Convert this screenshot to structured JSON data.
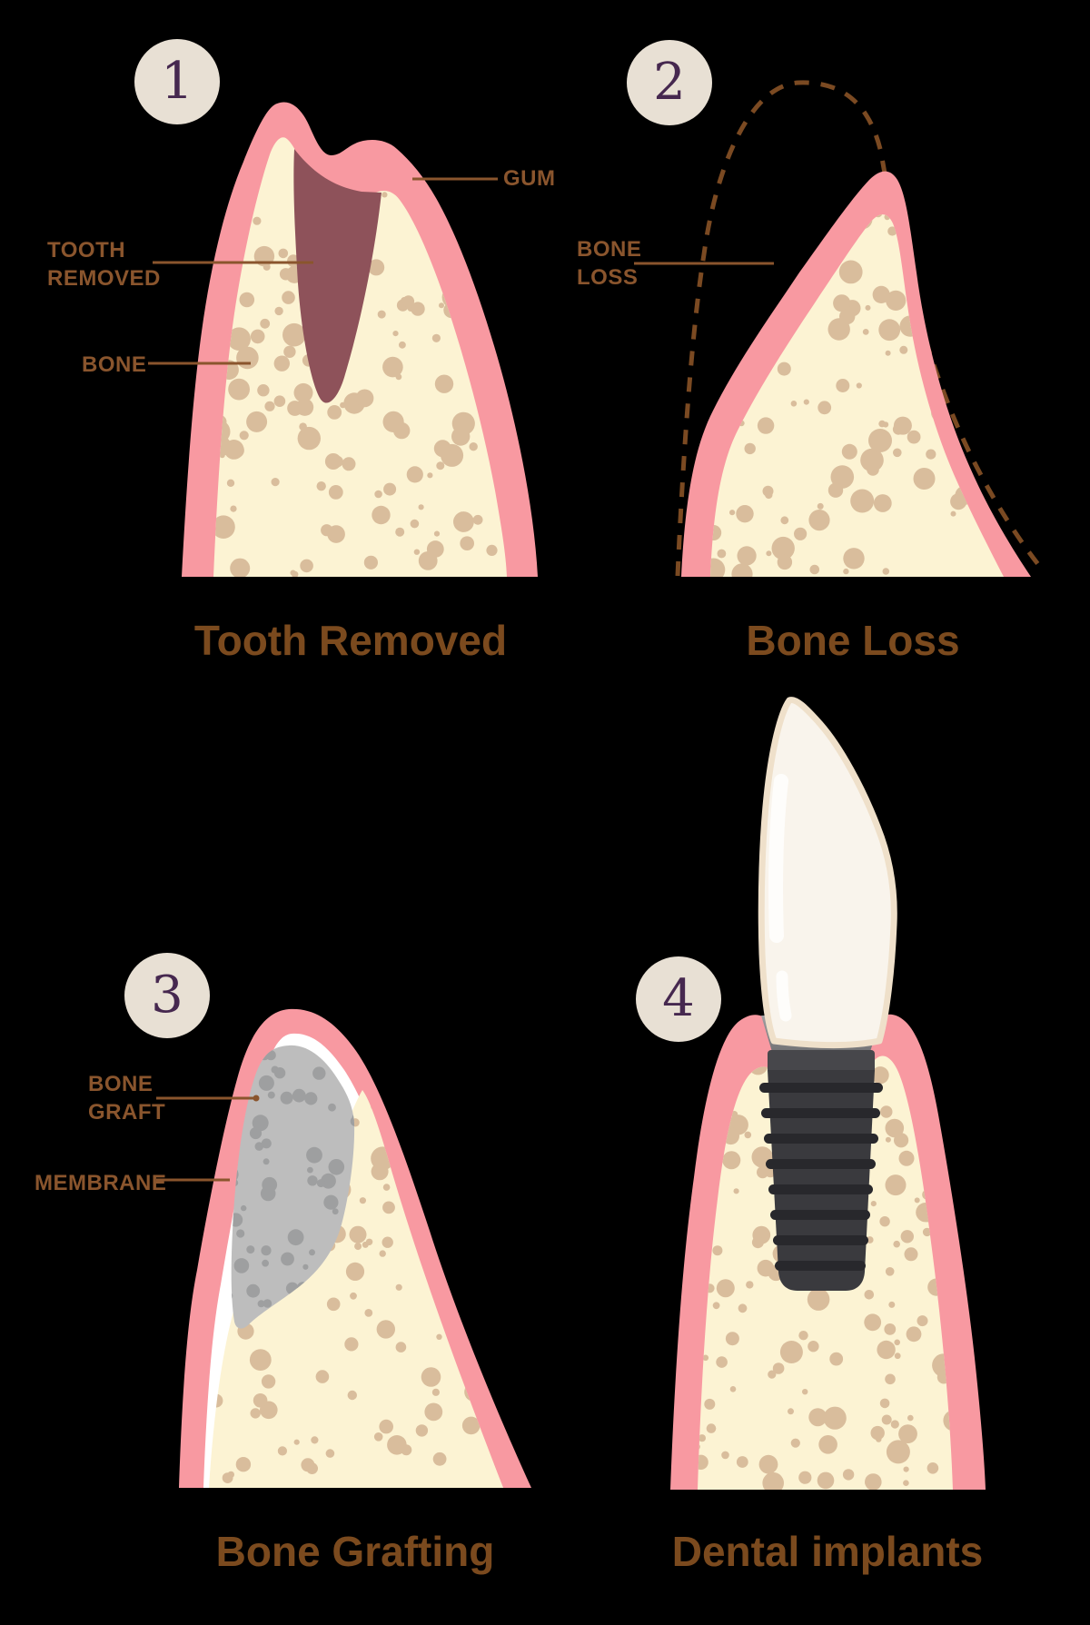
{
  "figure": {
    "panels": [
      {
        "number": "1",
        "title": "Tooth Removed",
        "labels": {
          "tooth_removed": "TOOTH\nREMOVED",
          "bone": "BONE",
          "gum": "GUM"
        }
      },
      {
        "number": "2",
        "title": "Bone Loss",
        "labels": {
          "bone_loss": "BONE\nLOSS"
        }
      },
      {
        "number": "3",
        "title": "Bone Grafting",
        "labels": {
          "bone_graft": "BONE\nGRAFT",
          "membrane": "MEMBRANE"
        }
      },
      {
        "number": "4",
        "title": "Dental implants",
        "labels": {}
      }
    ],
    "colors": {
      "background": "#000000",
      "gum_pink": "#F899A1",
      "bone_cream": "#FCF3D3",
      "bone_dot_tan": "#D9BD9C",
      "socket_maroon": "#8E525A",
      "graft_gray": "#BDBDBD",
      "graft_dot_gray": "#9E9FA0",
      "membrane_white": "#FFFFFF",
      "label_brown": "#8A552D",
      "title_brown": "#7B4A1E",
      "number_purple": "#46284F",
      "badge_beige": "#E8E0D4",
      "dashed_outline_brown": "#7B4A22",
      "implant_dark": "#3A3A3E",
      "implant_thread_dark": "#28282C",
      "abutment_gray": "#929294",
      "crown_white": "#F9F4EC",
      "crown_border": "#EFE0CA"
    }
  }
}
